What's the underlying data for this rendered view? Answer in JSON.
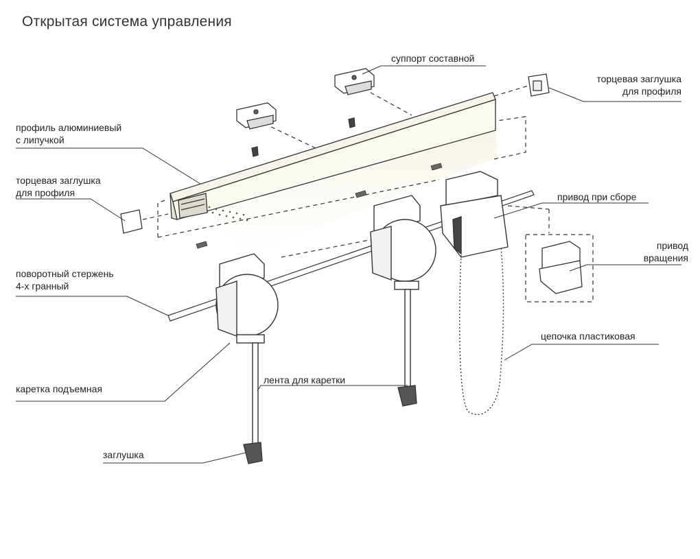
{
  "title": "Открытая система управления",
  "labels": {
    "support": "суппорт составной",
    "end_cap_right": [
      "торцевая заглушка",
      "для профиля"
    ],
    "profile": [
      "профиль алюминиевый",
      "с липучкой"
    ],
    "end_cap_left": [
      "торцевая заглушка",
      "для профиля"
    ],
    "drive_assembly": "привод при сборе",
    "drive_rotation": [
      "привод",
      "вращения"
    ],
    "rod": [
      "поворотный стержень",
      "4-х гранный"
    ],
    "chain": "цепочка пластиковая",
    "tape": "лента для каретки",
    "carriage": "каретка подъемная",
    "plug": "заглушка"
  },
  "colors": {
    "line": "#333333",
    "profile_fill": "#f7f5ea",
    "dash": "#333333"
  }
}
